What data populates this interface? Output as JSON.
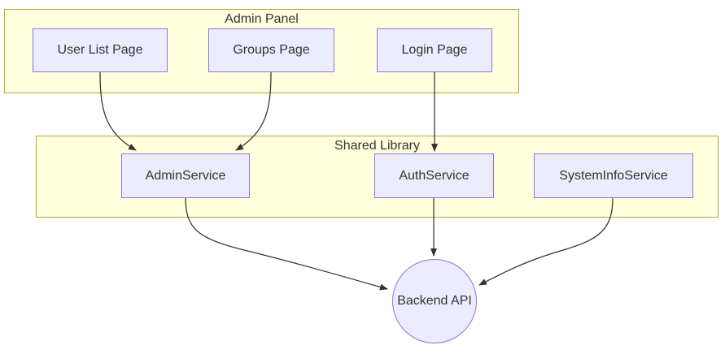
{
  "diagram": {
    "clusters": [
      {
        "id": "admin-panel",
        "label": "Admin Panel"
      },
      {
        "id": "shared-library",
        "label": "Shared Library"
      }
    ],
    "nodes": [
      {
        "id": "user-list-page",
        "label": "User List Page",
        "shape": "rect",
        "cluster": "admin-panel"
      },
      {
        "id": "groups-page",
        "label": "Groups Page",
        "shape": "rect",
        "cluster": "admin-panel"
      },
      {
        "id": "login-page",
        "label": "Login Page",
        "shape": "rect",
        "cluster": "admin-panel"
      },
      {
        "id": "admin-service",
        "label": "AdminService",
        "shape": "rect",
        "cluster": "shared-library"
      },
      {
        "id": "auth-service",
        "label": "AuthService",
        "shape": "rect",
        "cluster": "shared-library"
      },
      {
        "id": "system-info-service",
        "label": "SystemInfoService",
        "shape": "rect",
        "cluster": "shared-library"
      },
      {
        "id": "backend-api",
        "label": "Backend API",
        "shape": "circle",
        "cluster": null
      }
    ],
    "edges": [
      {
        "from": "user-list-page",
        "to": "admin-service"
      },
      {
        "from": "groups-page",
        "to": "admin-service"
      },
      {
        "from": "login-page",
        "to": "auth-service"
      },
      {
        "from": "admin-service",
        "to": "backend-api"
      },
      {
        "from": "auth-service",
        "to": "backend-api"
      },
      {
        "from": "system-info-service",
        "to": "backend-api"
      }
    ],
    "colors": {
      "cluster_fill": "#ffffde",
      "cluster_border": "#aaaa33",
      "node_fill": "#ececff",
      "node_border": "#9370db",
      "edge": "#333333",
      "text": "#333333"
    }
  }
}
